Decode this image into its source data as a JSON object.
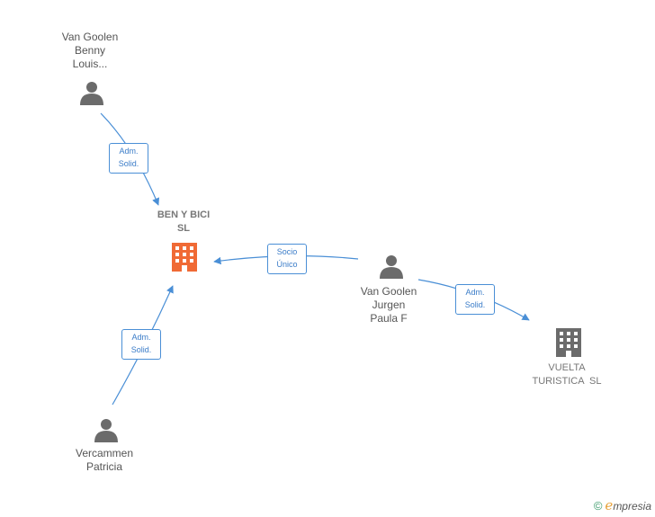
{
  "nodes": {
    "van_goolen_benny": {
      "lines": [
        "Van Goolen",
        "Benny",
        "Louis..."
      ]
    },
    "ben_y_bici": {
      "lines": [
        "BEN Y BICI",
        "SL"
      ]
    },
    "van_goolen_jurgen": {
      "lines": [
        "Van Goolen",
        "Jurgen",
        "Paula F"
      ]
    },
    "vuelta_turistica": {
      "lines": [
        "VUELTA",
        "TURISTICA  SL"
      ]
    },
    "vercammen": {
      "lines": [
        "Vercammen",
        "Patricia"
      ]
    }
  },
  "edges": {
    "benny_to_ben": {
      "lines": [
        "Adm.",
        "Solid."
      ]
    },
    "jurgen_to_ben": {
      "lines": [
        "Socio",
        "Único"
      ]
    },
    "jurgen_to_vuelta": {
      "lines": [
        "Adm.",
        "Solid."
      ]
    },
    "vercammen_to_ben": {
      "lines": [
        "Adm.",
        "Solid."
      ]
    }
  },
  "colors": {
    "edge": "#4a8fd6",
    "person_icon": "#6b6b6b",
    "main_company_icon": "#f06a35",
    "other_company_icon": "#6b6b6b"
  },
  "brand": {
    "copyright": "©",
    "e": "e",
    "rest": "mpresia"
  }
}
